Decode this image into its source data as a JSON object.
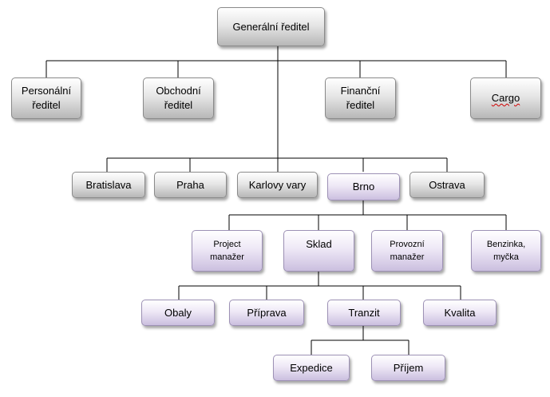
{
  "diagram": {
    "type": "org-chart",
    "nodes": [
      {
        "id": "gen",
        "label": "Generální ředitel",
        "style": "gray"
      },
      {
        "id": "pers",
        "label": "Personální\nředitel",
        "style": "gray"
      },
      {
        "id": "obch",
        "label": "Obchodní\nředitel",
        "style": "gray"
      },
      {
        "id": "fin",
        "label": "Finanční\nředitel",
        "style": "gray"
      },
      {
        "id": "cargo",
        "label": "Cargo",
        "style": "gray"
      },
      {
        "id": "bratislava",
        "label": "Bratislava",
        "style": "gray"
      },
      {
        "id": "praha",
        "label": "Praha",
        "style": "gray"
      },
      {
        "id": "karlovy",
        "label": "Karlovy vary",
        "style": "gray"
      },
      {
        "id": "brno",
        "label": "Brno",
        "style": "purple"
      },
      {
        "id": "ostrava",
        "label": "Ostrava",
        "style": "gray"
      },
      {
        "id": "project",
        "label": "Project\nmanažer",
        "style": "purple"
      },
      {
        "id": "sklad",
        "label": "Sklad",
        "style": "purple"
      },
      {
        "id": "provozni",
        "label": "Provozní\nmanažer",
        "style": "purple"
      },
      {
        "id": "benzinka",
        "label": "Benzinka,\nmyčka",
        "style": "purple"
      },
      {
        "id": "obaly",
        "label": "Obaly",
        "style": "purple"
      },
      {
        "id": "priprava",
        "label": "Příprava",
        "style": "purple"
      },
      {
        "id": "tranzit",
        "label": "Tranzit",
        "style": "purple"
      },
      {
        "id": "kvalita",
        "label": "Kvalita",
        "style": "purple"
      },
      {
        "id": "expedice",
        "label": "Expedice",
        "style": "purple"
      },
      {
        "id": "prijem",
        "label": "Příjem",
        "style": "purple"
      }
    ],
    "edges": [
      [
        "gen",
        "pers"
      ],
      [
        "gen",
        "obch"
      ],
      [
        "gen",
        "fin"
      ],
      [
        "gen",
        "cargo"
      ],
      [
        "gen",
        "bratislava"
      ],
      [
        "gen",
        "praha"
      ],
      [
        "gen",
        "karlovy"
      ],
      [
        "gen",
        "brno"
      ],
      [
        "gen",
        "ostrava"
      ],
      [
        "brno",
        "project"
      ],
      [
        "brno",
        "sklad"
      ],
      [
        "brno",
        "provozni"
      ],
      [
        "brno",
        "benzinka"
      ],
      [
        "sklad",
        "obaly"
      ],
      [
        "sklad",
        "priprava"
      ],
      [
        "sklad",
        "tranzit"
      ],
      [
        "sklad",
        "kvalita"
      ],
      [
        "tranzit",
        "expedice"
      ],
      [
        "tranzit",
        "prijem"
      ]
    ]
  }
}
